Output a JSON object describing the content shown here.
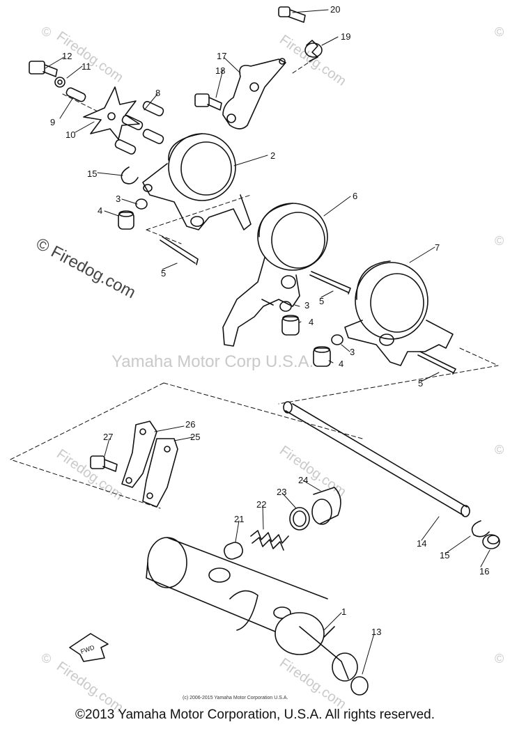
{
  "watermark": {
    "company": "Yamaha Motor Corp U.S.A.",
    "site": "© Firedog.com",
    "site_short": "Firedog.com",
    "symbol": "©"
  },
  "copyright": {
    "main": "©2013 Yamaha Motor Corporation, U.S.A. All rights reserved.",
    "small": "(c) 2006-2015 Yamaha Motor Corporation  U.S.A."
  },
  "fwd_label": "FWD",
  "callouts": [
    "1",
    "2",
    "3",
    "3",
    "3",
    "4",
    "4",
    "4",
    "5",
    "5",
    "5",
    "6",
    "7",
    "8",
    "9",
    "10",
    "11",
    "12",
    "13",
    "14",
    "15",
    "15",
    "16",
    "17",
    "18",
    "19",
    "20",
    "21",
    "22",
    "23",
    "24",
    "25",
    "26",
    "27"
  ],
  "colors": {
    "line": "#111111",
    "watermark": "#c9c9c9"
  }
}
